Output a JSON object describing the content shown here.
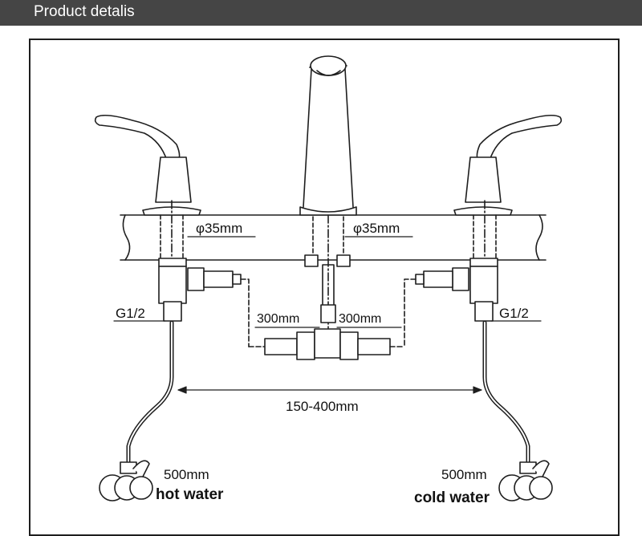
{
  "header": {
    "title": "Product detalis"
  },
  "labels": {
    "left_hole": "φ35mm",
    "center_hole": "φ35mm",
    "left_thread": "G1/2",
    "right_thread": "G1/2",
    "left_hose": "300mm",
    "right_hose": "300mm",
    "spread": "150-400mm",
    "left_supply": "500mm",
    "right_supply": "500mm",
    "hot": "hot water",
    "cold": "cold water"
  },
  "colors": {
    "header_bg": "#454545",
    "line": "#1e1e1e"
  }
}
